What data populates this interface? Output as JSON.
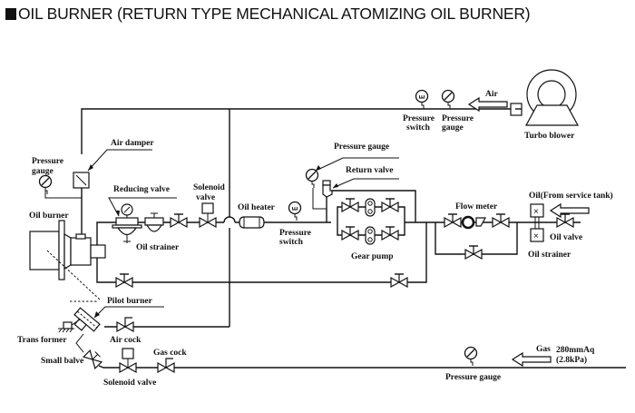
{
  "title": "OIL BURNER (RETURN TYPE MECHANICAL ATOMIZING OIL BURNER)",
  "labels": {
    "air": "Air",
    "turbo_blower": "Turbo blower",
    "pressure_switch_top_1": "Pressure",
    "pressure_switch_top_2": "switch",
    "pressure_gauge_top_1": "Pressure",
    "pressure_gauge_top_2": "gauge",
    "air_damper": "Air damper",
    "pressure_gauge_left_1": "Pressure",
    "pressure_gauge_left_2": "gauge",
    "oil_burner": "Oil burner",
    "reducing_valve": "Reducing valve",
    "solenoid_valve_1": "Solenoid",
    "solenoid_valve_2": "valve",
    "oil_strainer_left": "Oil strainer",
    "oil_heater": "Oil heater",
    "pressure_switch_mid_1": "Pressure",
    "pressure_switch_mid_2": "switch",
    "pressure_gauge_mid": "Pressure gauge",
    "return_valve": "Return valve",
    "gear_pump": "Gear pump",
    "flow_meter": "Flow meter",
    "oil_source": "Oil(From service tank)",
    "oil_valve": "Oil valve",
    "oil_strainer_right": "Oil strainer",
    "pilot_burner": "Pilot burner",
    "trans_former": "Trans former",
    "air_cock": "Air cock",
    "small_valve": "Small balve",
    "gas_cock": "Gas cock",
    "solenoid_valve_gas": "Solenoid valve",
    "gas": "Gas",
    "gas_pressure_1": "280mmAq",
    "gas_pressure_2": "(2.8kPa)",
    "pressure_gauge_gas": "Pressure gauge"
  }
}
